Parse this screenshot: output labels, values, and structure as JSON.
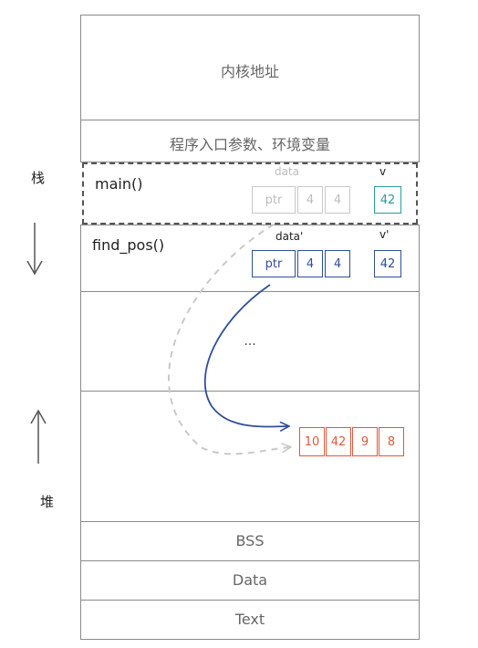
{
  "segments": {
    "kernel": "内核地址",
    "args_env": "程序入口参数、环境变量",
    "gap": "...",
    "bss": "BSS",
    "data": "Data",
    "text": "Text"
  },
  "side_labels": {
    "stack": "栈",
    "heap": "堆"
  },
  "frames": {
    "main": {
      "name": "main()",
      "struct_label": "data",
      "struct_cells": [
        "ptr",
        "4",
        "4"
      ],
      "var_label": "v",
      "var_value": "42"
    },
    "find_pos": {
      "name": "find_pos()",
      "struct_label": "data'",
      "struct_cells": [
        "ptr",
        "4",
        "4"
      ],
      "var_label": "v'",
      "var_value": "42"
    }
  },
  "heap_array": [
    "10",
    "42",
    "9",
    "8"
  ],
  "colors": {
    "outline": "#8a8a8a",
    "frame_blue": "#2f4f9a",
    "teal": "#2a9d9a",
    "heap_red": "#e0573a",
    "ghost_gray": "#c8c8c8"
  }
}
